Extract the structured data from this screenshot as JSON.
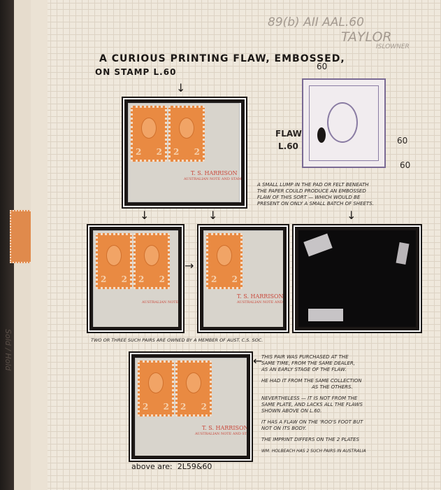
{
  "pencil_notes": {
    "line1": "89(b) AII AAL.60",
    "line2": "TAYLOR",
    "line3": "ISLOWNER"
  },
  "heading": {
    "line1": "A CURIOUS PRINTING FLAW, EMBOSSED,",
    "line2": "ON STAMP L.60"
  },
  "stamp_value": "2",
  "imprint": {
    "line1": "T. S. HARRISON",
    "line2": "AUSTRALIAN NOTE AND STAMP"
  },
  "diagram": {
    "top_label": "60",
    "flaw_label": "FLAW",
    "position_label": "L.60",
    "right_label_1": "60",
    "right_label_2": "60"
  },
  "note_lump": [
    "A SMALL LUMP IN THE PAD OR FELT BENEATH",
    "THE PAPER COULD PRODUCE AN EMBOSSED",
    "FLAW OF THIS SORT — WHICH WOULD BE",
    "PRESENT ON ONLY A SMALL BATCH OF SHEETS."
  ],
  "note_pairs": "TWO OR THREE SUCH PAIRS ARE OWNED BY A MEMBER OF AUST. C.S. SOC.",
  "note_bottom": [
    "THIS PAIR WAS PURCHASED AT THE",
    "SAME TIME, FROM THE SAME DEALER,",
    "AS AN EARLY STAGE OF THE FLAW.",
    "HE HAD IT FROM THE SAME COLLECTION",
    "AS THE OTHERS.",
    "NEVERTHELESS — IT IS NOT FROM THE",
    "SAME PLATE, AND LACKS ALL THE FLAWS",
    "SHOWN ABOVE ON L.60.",
    "IT HAS A FLAW ON THE 'ROO'S FOOT BUT",
    "NOT ON ITS BODY.",
    "THE IMPRINT DIFFERS ON THE 2 PLATES",
    "WM. HOLBEACH HAS 2 SUCH PAIRS IN AUSTRALIA"
  ],
  "footer_label": "above are:  2L59&60",
  "side_pencil": "Sold / Hold"
}
